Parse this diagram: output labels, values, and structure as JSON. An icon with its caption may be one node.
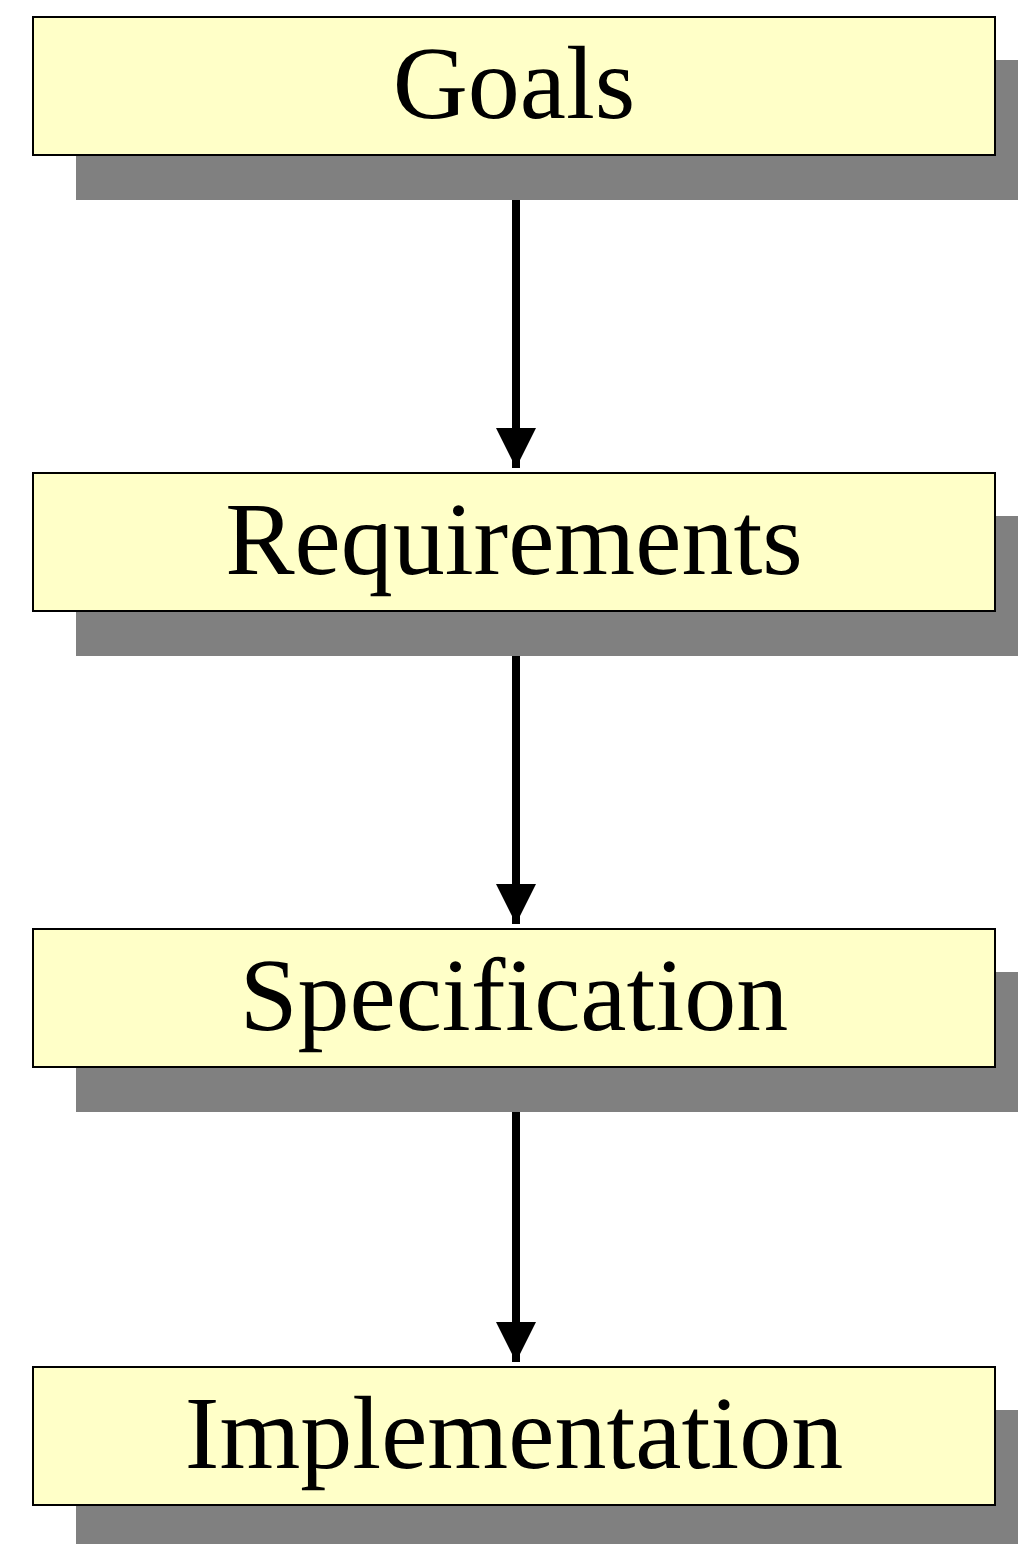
{
  "diagram": {
    "nodes": [
      {
        "text": [
          "Goals"
        ]
      },
      {
        "text": [
          "Requirements"
        ]
      },
      {
        "text": [
          "Specification"
        ]
      },
      {
        "text": [
          "Implementation"
        ]
      }
    ],
    "edges": [
      {
        "from": 0,
        "to": 1,
        "arrow": "to"
      },
      {
        "from": 1,
        "to": 2,
        "arrow": "to"
      },
      {
        "from": 2,
        "to": 3,
        "arrow": "to"
      }
    ]
  }
}
